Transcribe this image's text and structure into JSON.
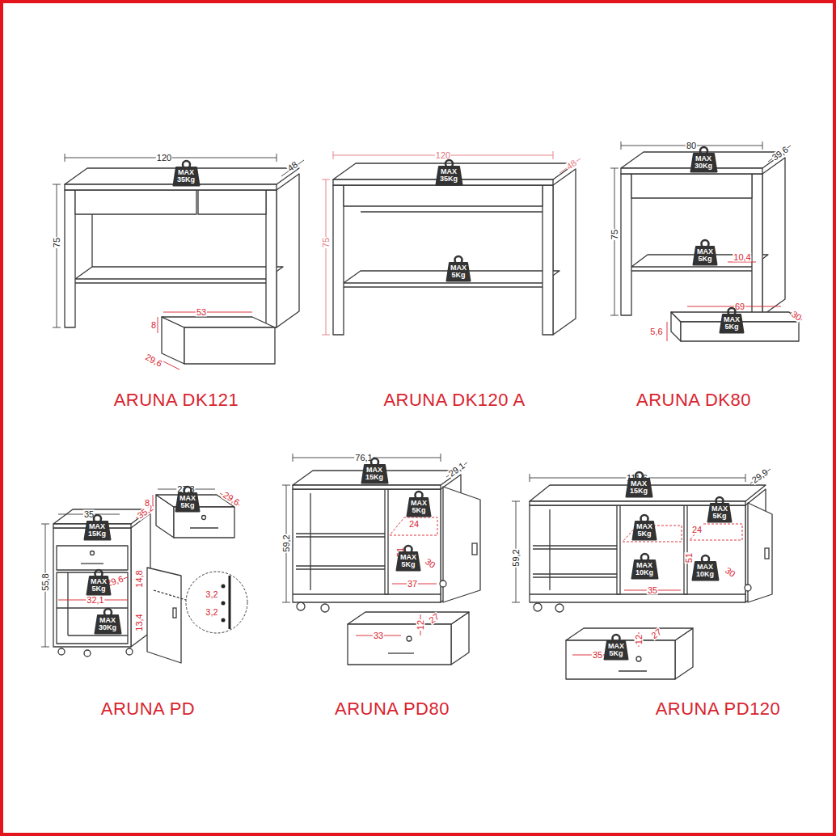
{
  "diagram": {
    "nodes": [
      {
        "text": [
          "MAX 35Kg"
        ]
      },
      {
        "text": [
          "MAX 35Kg"
        ]
      },
      {
        "text": [
          "MAX 5Kg"
        ]
      },
      {
        "text": [
          "MAX 30Kg"
        ]
      },
      {
        "text": [
          "MAX 5Kg"
        ]
      },
      {
        "text": [
          "MAX 5Kg"
        ]
      },
      {
        "text": [
          "MAX 15Kg"
        ]
      },
      {
        "text": [
          "MAX 5Kg"
        ]
      },
      {
        "text": [
          "MAX 5Kg"
        ]
      },
      {
        "text": [
          "MAX 30Kg"
        ]
      },
      {
        "text": [
          "MAX 15Kg"
        ]
      },
      {
        "text": [
          "MAX 5Kg"
        ]
      },
      {
        "text": [
          "MAX 5Kg"
        ]
      },
      {
        "text": [
          "MAX 15Kg"
        ]
      },
      {
        "text": [
          "MAX 5Kg"
        ]
      },
      {
        "text": [
          "MAX 5Kg"
        ]
      },
      {
        "text": [
          "MAX 10Kg"
        ]
      },
      {
        "text": [
          "MAX 10Kg"
        ]
      },
      {
        "text": [
          "MAX 5Kg"
        ]
      }
    ],
    "labels": [
      "120",
      "48",
      "75",
      "53",
      "8",
      "29,6",
      "ARUNA DK121",
      "120",
      "48",
      "75",
      "ARUNA DK120 A",
      "80",
      "39,6",
      "75",
      "10,4",
      "69",
      "30",
      "5,6",
      "ARUNA DK80",
      "35",
      "35,2",
      "55,8",
      "8",
      "27,3",
      "29,6",
      "29,6",
      "14,8",
      "32,1",
      "13,4",
      "3,2",
      "3,2",
      "ARUNA PD",
      "76,1",
      "29,1",
      "59,2",
      "24",
      "51",
      "30",
      "37",
      "27",
      "33",
      "12",
      "ARUNA PD80",
      "111,6",
      "29,9",
      "59,2",
      "24",
      "51",
      "30",
      "35",
      "27",
      "35",
      "12",
      "ARUNA PD120"
    ]
  }
}
